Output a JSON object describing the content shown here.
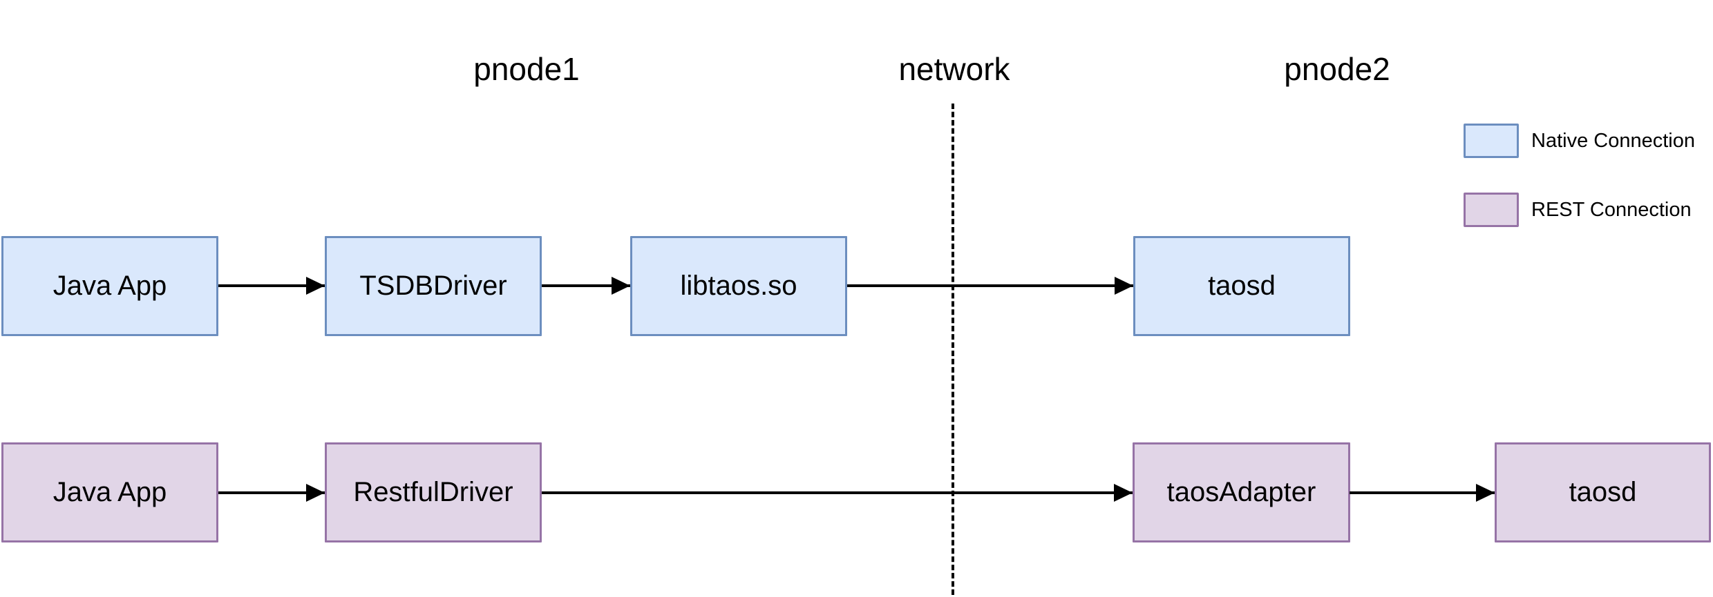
{
  "headers": {
    "pnode1": "pnode1",
    "network": "network",
    "pnode2": "pnode2"
  },
  "legend": {
    "items": [
      {
        "name": "native",
        "label": "Native Connection",
        "fill": "#dae8fc",
        "stroke": "#6c8ebf"
      },
      {
        "name": "rest",
        "label": "REST Connection",
        "fill": "#e1d5e7",
        "stroke": "#9673a6"
      }
    ]
  },
  "native_row": {
    "java_app": "Java App",
    "tsdb_driver": "TSDBDriver",
    "libtaos": "libtaos.so",
    "taosd": "taosd"
  },
  "rest_row": {
    "java_app": "Java App",
    "restful_driver": "RestfulDriver",
    "taos_adapter": "taosAdapter",
    "taosd": "taosd"
  },
  "edges": {
    "native": [
      "Java App -> TSDBDriver",
      "TSDBDriver -> libtaos.so",
      "libtaos.so -> taosd"
    ],
    "rest": [
      "Java App -> RestfulDriver",
      "RestfulDriver -> taosAdapter",
      "taosAdapter -> taosd"
    ]
  },
  "colors": {
    "background": "#ffffff",
    "native_fill": "#dae8fc",
    "native_stroke": "#6c8ebf",
    "rest_fill": "#e1d5e7",
    "rest_stroke": "#9673a6",
    "arrow": "#000000",
    "text": "#000000"
  }
}
